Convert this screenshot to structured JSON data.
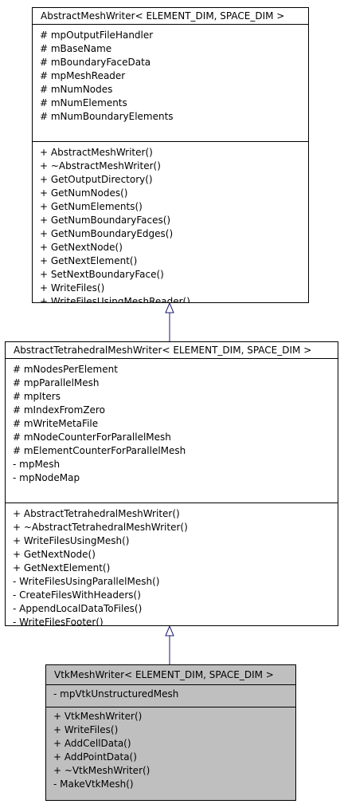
{
  "classes": [
    {
      "name": "AbstractMeshWriter< ELEMENT_DIM, SPACE_DIM >",
      "attributes": [
        "# mpOutputFileHandler",
        "# mBaseName",
        "# mBoundaryFaceData",
        "# mpMeshReader",
        "# mNumNodes",
        "# mNumElements",
        "# mNumBoundaryElements"
      ],
      "methods": [
        "+ AbstractMeshWriter()",
        "+ ~AbstractMeshWriter()",
        "+ GetOutputDirectory()",
        "+ GetNumNodes()",
        "+ GetNumElements()",
        "+ GetNumBoundaryFaces()",
        "+ GetNumBoundaryEdges()",
        "+ GetNextNode()",
        "+ GetNextElement()",
        "+ SetNextBoundaryFace()",
        "+ WriteFiles()",
        "+ WriteFilesUsingMeshReader()"
      ]
    },
    {
      "name": "AbstractTetrahedralMeshWriter< ELEMENT_DIM, SPACE_DIM >",
      "attributes": [
        "# mNodesPerElement",
        "# mpParallelMesh",
        "# mpIters",
        "# mIndexFromZero",
        "# mWriteMetaFile",
        "# mNodeCounterForParallelMesh",
        "# mElementCounterForParallelMesh",
        "- mpMesh",
        "- mpNodeMap"
      ],
      "methods": [
        "+ AbstractTetrahedralMeshWriter()",
        "+ ~AbstractTetrahedralMeshWriter()",
        "+ WriteFilesUsingMesh()",
        "+ GetNextNode()",
        "+ GetNextElement()",
        "- WriteFilesUsingParallelMesh()",
        "- CreateFilesWithHeaders()",
        "- AppendLocalDataToFiles()",
        "- WriteFilesFooter()"
      ]
    },
    {
      "name": "VtkMeshWriter< ELEMENT_DIM, SPACE_DIM >",
      "attributes": [
        "- mpVtkUnstructuredMesh"
      ],
      "methods": [
        "+ VtkMeshWriter()",
        "+ WriteFiles()",
        "+ AddCellData()",
        "+ AddPointData()",
        "+ ~VtkMeshWriter()",
        "- MakeVtkMesh()"
      ]
    }
  ],
  "colors": {
    "highlight": "#bfbfbf",
    "edge": "#191970"
  }
}
